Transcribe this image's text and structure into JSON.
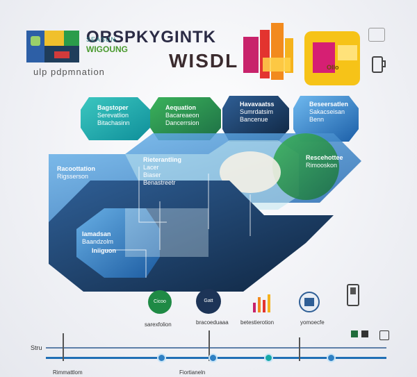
{
  "header": {
    "brand_line1": "ORSPKYGINTK",
    "brand_sub": "SEASUN",
    "brand_line3": "WIGOUNG",
    "brand_line2": "WISDL",
    "tagline": "ulp pdpmnation",
    "deco_label": "Ollo"
  },
  "panels": {
    "top": [
      {
        "title": "Bagstoper",
        "lines": [
          "Serevatlion",
          "Bitachasinn"
        ]
      },
      {
        "title": "Aequation",
        "lines": [
          "Bacareaeon",
          "Dancerrsion"
        ]
      },
      {
        "title": "Havavaatss",
        "lines": [
          "Sumrdatsim",
          "Bancenue"
        ]
      },
      {
        "title": "Beseersatlen",
        "lines": [
          "Sakacseisan",
          "Benn"
        ]
      }
    ],
    "middle": [
      {
        "title": "Racoottation",
        "lines": [
          "Rigsserson"
        ]
      },
      {
        "title": "Rieterantling",
        "lines": [
          "Lacer",
          "Biaser",
          "Benastreetr"
        ]
      },
      {
        "title": "Rescehottee",
        "lines": [
          "Rimooskon"
        ]
      }
    ],
    "bottom": [
      {
        "title": "Iamadsan",
        "lines": [
          "Baandzolm"
        ]
      },
      {
        "title": "Iniiguon",
        "lines": []
      }
    ]
  },
  "icons_row": [
    {
      "label": "Cicoo",
      "caption": "sarexfolion"
    },
    {
      "label": "Gatt",
      "caption": "bracoeduaaa"
    },
    {
      "label": "",
      "caption": "betestierotion"
    },
    {
      "label": "",
      "caption": "yomoecfe"
    }
  ],
  "timeline": {
    "start_label": "Stru",
    "footer_left": "Rimmattlom",
    "footer_right": "Fiortianeln"
  },
  "colors": {
    "teal": "#16a9a6",
    "blue": "#1f6fb5",
    "navy": "#1d3457",
    "green": "#2a8a3e",
    "magenta": "#c8236b",
    "yellow": "#f2c318"
  }
}
